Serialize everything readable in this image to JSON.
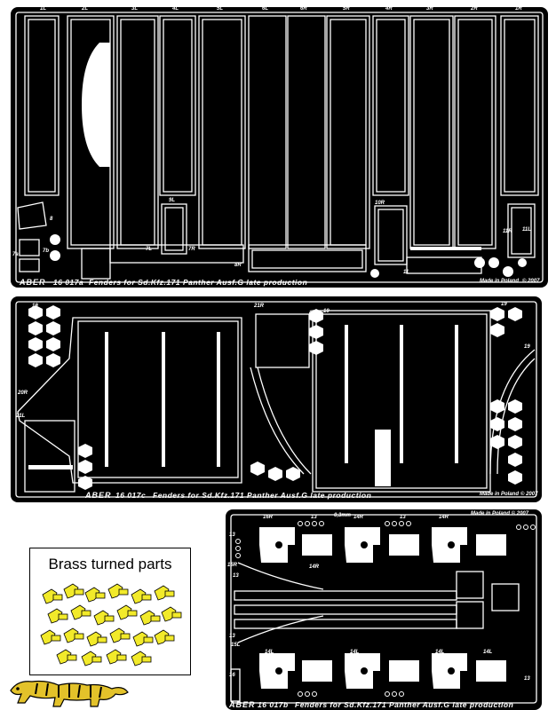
{
  "fret_a": {
    "brand": "ABER",
    "code": "16 017a",
    "caption": "Fenders for Sd.Kfz.171 Panther Ausf.G late production",
    "made_in": "Made in Poland",
    "year": "© 2007",
    "part_labels": [
      "1L",
      "2L",
      "3L",
      "4L",
      "5L",
      "6L",
      "6R",
      "5R",
      "4R",
      "3R",
      "2R",
      "1R",
      "9L",
      "10R",
      "7R",
      "7L",
      "7a",
      "7b",
      "8",
      "8R",
      "11",
      "11L",
      "11R"
    ]
  },
  "fret_c": {
    "brand": "ABER",
    "code": "16 017c",
    "caption": "Fenders for Sd.Kfz.171 Panther Ausf.G late production",
    "made_in": "Made in Poland",
    "year": "© 2007",
    "part_labels": [
      "19",
      "19",
      "19",
      "19",
      "20R",
      "21L",
      "21R",
      "18"
    ]
  },
  "fret_b": {
    "brand": "ABER",
    "code": "16 017b",
    "caption": "Fenders for Sd.Kfz.171 Panther Ausf.G late production",
    "made_in": "Made in Poland © 2007",
    "part_labels": [
      "16R",
      "13",
      "0,3mm",
      "14R",
      "13",
      "14R",
      "13",
      "15R",
      "14R",
      "13",
      "13",
      "15L",
      "14L",
      "14L",
      "14L",
      "14L",
      "16",
      "13"
    ]
  },
  "brass": {
    "title": "Brass turned parts",
    "color": "#f2ea2a"
  },
  "colors": {
    "fret": "#000000",
    "etch": "#ffffff"
  }
}
